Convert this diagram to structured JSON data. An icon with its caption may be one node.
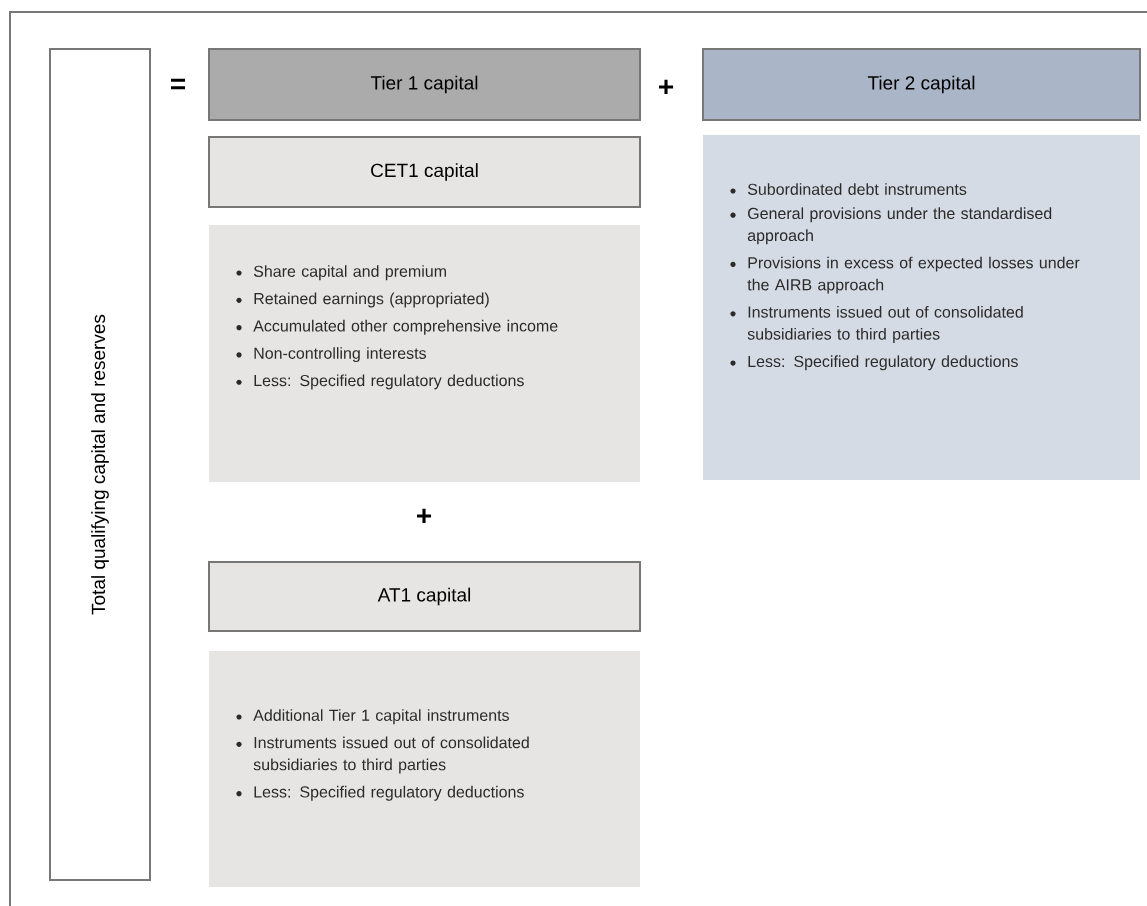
{
  "diagram": {
    "nodes": [
      {
        "text": [
          "Total qualifying capital and reserves"
        ]
      },
      {
        "text": [
          "Tier 1 capital"
        ]
      },
      {
        "text": [
          "CET1 capital"
        ]
      },
      {
        "text": [
          "Share capital and premium",
          "Retained earnings (appropriated)",
          "Accumulated other comprehensive income",
          "Non-controlling interests",
          "Less: Specified regulatory deductions"
        ]
      },
      {
        "text": [
          "AT1 capital"
        ]
      },
      {
        "text": [
          "Additional Tier 1 capital instruments",
          "Instruments issued out of consolidated subsidiaries to third parties",
          "Less: Specified regulatory deductions"
        ]
      },
      {
        "text": [
          "Tier 2 capital"
        ]
      },
      {
        "text": [
          "Subordinated debt instruments",
          "General provisions under the standardised approach",
          "Provisions in excess of expected losses under the AIRB approach",
          "Instruments issued out of consolidated subsidiaries to third parties",
          "Less: Specified regulatory deductions"
        ]
      }
    ],
    "labels": [
      "=",
      "+",
      "+"
    ]
  }
}
